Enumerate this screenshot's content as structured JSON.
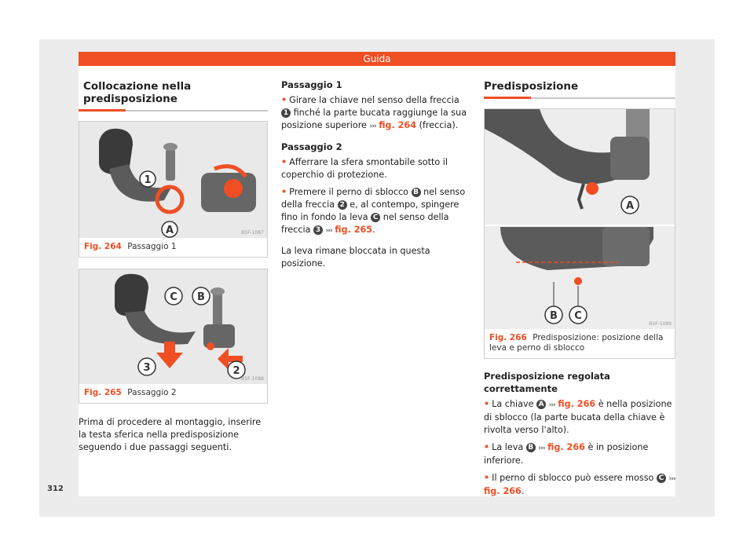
{
  "header": {
    "band_label": "Guida"
  },
  "page_number": "312",
  "col1": {
    "title": "Collocazione nella predisposizione",
    "fig1": {
      "num": "Fig. 264",
      "caption": "Passaggio 1",
      "code": "B5F-1087",
      "labels": [
        "1",
        "A"
      ]
    },
    "fig2": {
      "num": "Fig. 265",
      "caption": "Passaggio 2",
      "code": "B5F-1088",
      "labels": [
        "C",
        "B",
        "3",
        "2"
      ]
    },
    "body": "Prima di procedere al montaggio, inserire la testa sferica nella predisposizione seguendo i due passaggi seguenti."
  },
  "col2": {
    "step1_title": "Passaggio 1",
    "step1": {
      "t1": "Girare la chiave nel senso della freccia",
      "n1": "1",
      "t2": "finché la parte bucata raggiunge la sua posizione superiore",
      "arrow": "›››",
      "ref": "fig. 264",
      "t3": "(freccia)."
    },
    "step2_title": "Passaggio 2",
    "step2a": "Afferrare la sfera smontabile sotto il coperchio di protezione.",
    "step2b": {
      "t1": "Premere il perno di sblocco",
      "nB": "B",
      "t2": "nel senso della freccia",
      "n2": "2",
      "t3": "e, al contempo, spingere fino in fondo la leva",
      "nC": "C",
      "t4": "nel senso della freccia",
      "n3": "3",
      "arrow": "›››",
      "ref": "fig. 265",
      "t5": "."
    },
    "note": "La leva rimane bloccata in questa posizione."
  },
  "col3": {
    "title": "Predisposizione",
    "fig": {
      "num": "Fig. 266",
      "caption": "Predisposizione: posizione della leva e perno di sblocco",
      "code": "B5F-1089",
      "labels": [
        "A",
        "B",
        "C"
      ]
    },
    "sub_title": "Predisposizione regolata correttamente",
    "b1": {
      "t1": "La chiave",
      "nA": "A",
      "arrow": "›››",
      "ref": "fig. 266",
      "t2": "è nella posizione di sblocco (la parte bucata della chiave è rivolta verso l'alto)."
    },
    "b2": {
      "t1": "La leva",
      "nB": "B",
      "arrow": "›››",
      "ref": "fig. 266",
      "t2": "è in posizione inferiore."
    },
    "b3": {
      "t1": "Il perno di sblocco può essere mosso",
      "nC": "C",
      "arrow": "›››",
      "ref": "fig. 266",
      "t2": "."
    }
  },
  "colors": {
    "accent": "#f04e23",
    "band": "#f04e23",
    "text": "#222222"
  }
}
